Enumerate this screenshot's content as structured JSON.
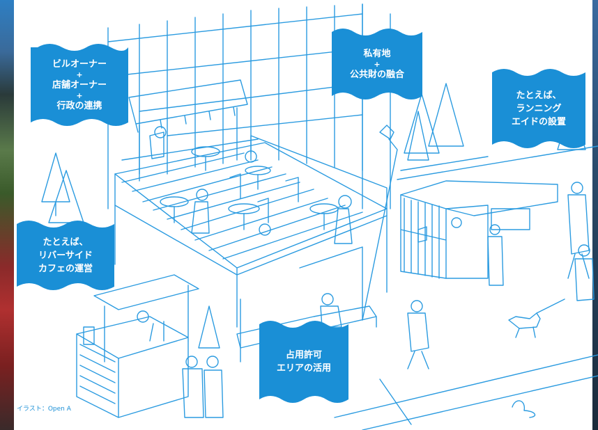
{
  "callouts": {
    "owners": {
      "line1": "ビルオーナー",
      "plus1": "+",
      "line2": "店舗オーナー",
      "plus2": "+",
      "line3": "行政の連携"
    },
    "private_public": {
      "line1": "私有地",
      "plus1": "+",
      "line2": "公共財の融合"
    },
    "running": {
      "line1": "たとえば、",
      "line2": "ランニング",
      "line3": "エイドの設置"
    },
    "riverside": {
      "line1": "たとえば、",
      "line2": "リバーサイド",
      "line3": "カフェの運営"
    },
    "occupancy": {
      "line1": "占用許可",
      "line2": "エリアの活用"
    }
  },
  "credit": "イラスト：Open A",
  "colors": {
    "accent": "#1a8fd6",
    "line": "#2b9be0",
    "text_on_accent": "#ffffff"
  }
}
